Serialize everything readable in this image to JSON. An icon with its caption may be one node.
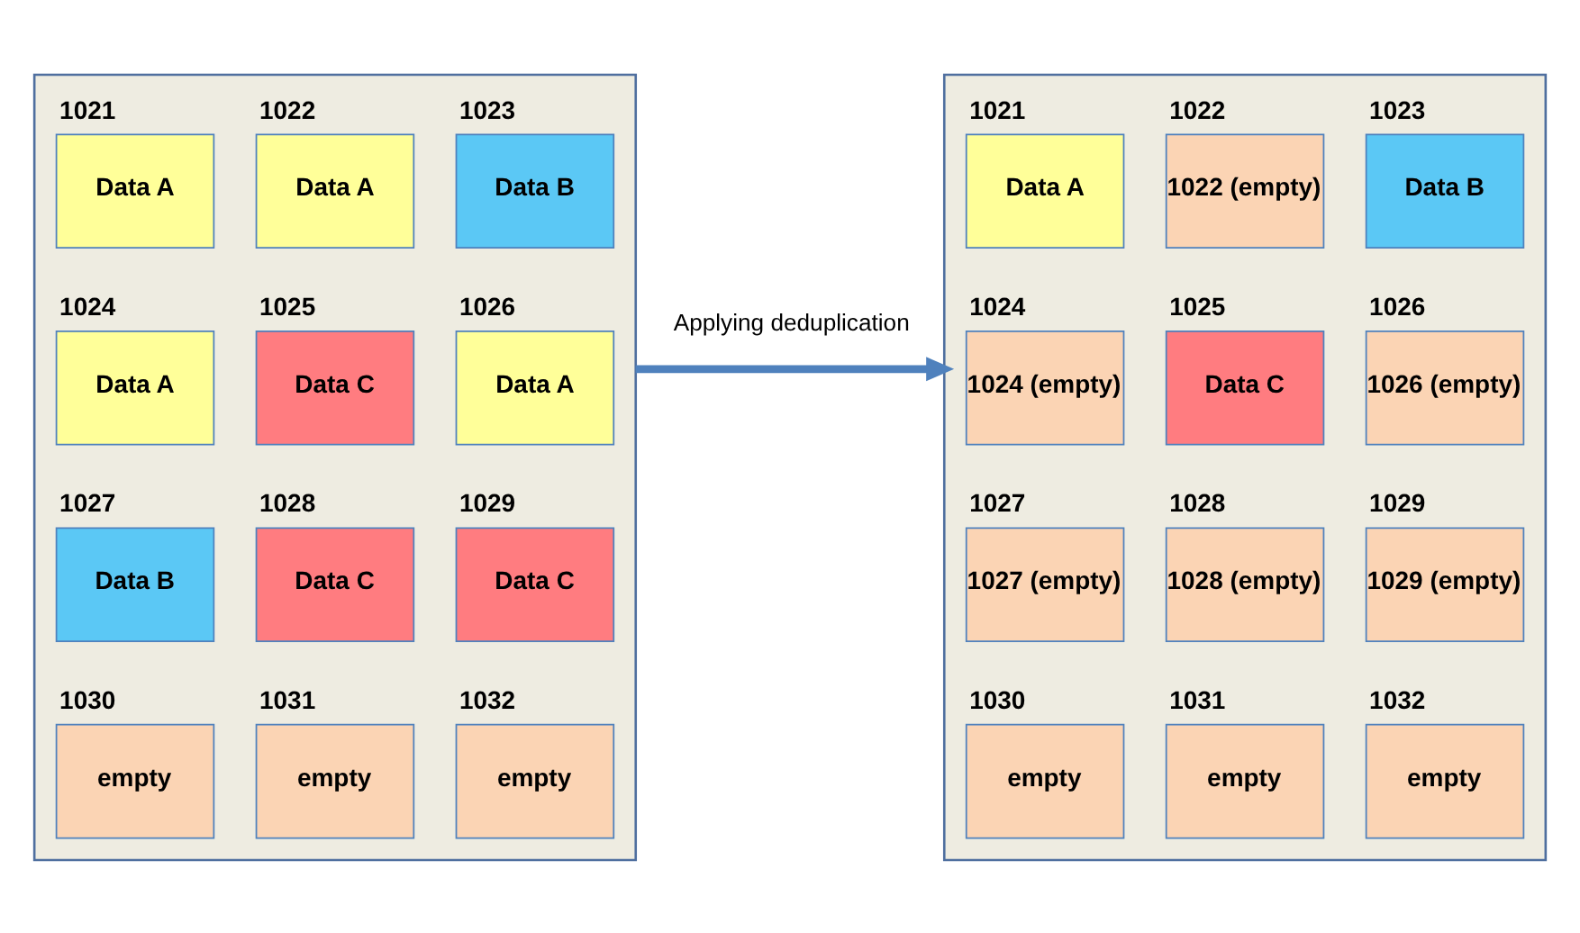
{
  "diagram": {
    "nodes": [
      {
        "text": [],
        "shape": "box"
      },
      {
        "text": [
          "Data A"
        ],
        "in": 0,
        "beside": [
          "1021"
        ]
      },
      {
        "text": [
          "Data A"
        ],
        "in": 0,
        "beside": [
          "1022"
        ]
      },
      {
        "text": [
          "Data B"
        ],
        "in": 0,
        "beside": [
          "1023"
        ]
      },
      {
        "text": [
          "Data A"
        ],
        "in": 0,
        "beside": [
          "1024"
        ]
      },
      {
        "text": [
          "Data C"
        ],
        "in": 0,
        "beside": [
          "1025"
        ]
      },
      {
        "text": [
          "Data A"
        ],
        "in": 0,
        "beside": [
          "1026"
        ]
      },
      {
        "text": [
          "Data B"
        ],
        "in": 0,
        "beside": [
          "1027"
        ]
      },
      {
        "text": [
          "Data C"
        ],
        "in": 0,
        "beside": [
          "1028"
        ]
      },
      {
        "text": [
          "Data C"
        ],
        "in": 0,
        "beside": [
          "1029"
        ]
      },
      {
        "text": [
          "empty"
        ],
        "in": 0,
        "beside": [
          "1030"
        ]
      },
      {
        "text": [
          "empty"
        ],
        "in": 0,
        "beside": [
          "1031"
        ]
      },
      {
        "text": [
          "empty"
        ],
        "in": 0,
        "beside": [
          "1032"
        ]
      },
      {
        "text": [],
        "shape": "box"
      },
      {
        "text": [
          "Data A"
        ],
        "in": 13,
        "beside": [
          "1021"
        ]
      },
      {
        "text": [
          "1022 (empty)"
        ],
        "in": 13,
        "beside": [
          "1022"
        ]
      },
      {
        "text": [
          "Data B"
        ],
        "in": 13,
        "beside": [
          "1023"
        ]
      },
      {
        "text": [
          "1024 (empty)"
        ],
        "in": 13,
        "beside": [
          "1024"
        ]
      },
      {
        "text": [
          "Data C"
        ],
        "in": 13,
        "beside": [
          "1025"
        ]
      },
      {
        "text": [
          "1026 (empty)"
        ],
        "in": 13,
        "beside": [
          "1026"
        ]
      },
      {
        "text": [
          "1027 (empty)"
        ],
        "in": 13,
        "beside": [
          "1027"
        ]
      },
      {
        "text": [
          "1028 (empty)"
        ],
        "in": 13,
        "beside": [
          "1028"
        ]
      },
      {
        "text": [
          "1029 (empty)"
        ],
        "in": 13,
        "beside": [
          "1029"
        ]
      },
      {
        "text": [
          "empty"
        ],
        "in": 13,
        "beside": [
          "1030"
        ]
      },
      {
        "text": [
          "empty"
        ],
        "in": 13,
        "beside": [
          "1031"
        ]
      },
      {
        "text": [
          "empty"
        ],
        "in": 13,
        "beside": [
          "1032"
        ]
      }
    ],
    "edges": [
      {
        "from": 0,
        "to": 13,
        "arrow": "to",
        "label": "Applying deduplication"
      }
    ]
  }
}
